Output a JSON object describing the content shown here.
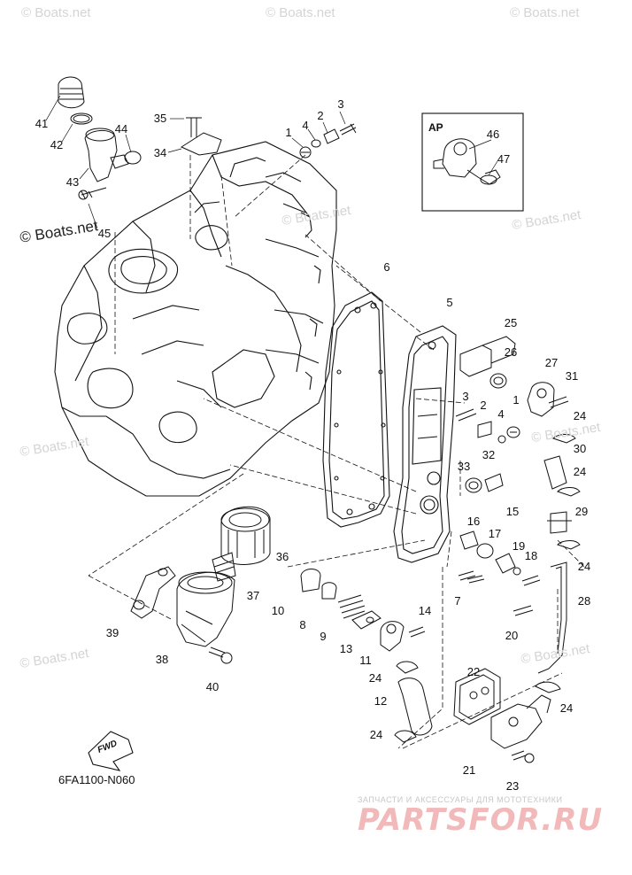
{
  "watermarks": [
    "© Boats.net",
    "© Boats.net",
    "© Boats.net",
    "© Boats.net",
    "© Boats.net",
    "© Boats.net",
    "© Boats.net",
    "© Boats.net",
    "© Boats.net",
    "© Boats.net"
  ],
  "inset_label": "AP",
  "fwd_label": "FWD",
  "diagram_code": "6FA1100-N060",
  "brand": {
    "subtitle": "ЗАПЧАСТИ И АКСЕССУАРЫ ДЛЯ МОТОТЕХНИКИ",
    "logo": "PARTSFOR.RU"
  },
  "callouts": [
    "41",
    "42",
    "43",
    "44",
    "45",
    "34",
    "35",
    "1",
    "4",
    "2",
    "3",
    "46",
    "47",
    "6",
    "5",
    "25",
    "26",
    "27",
    "31",
    "3",
    "2",
    "4",
    "1",
    "24",
    "24",
    "30",
    "33",
    "32",
    "16",
    "15",
    "17",
    "19",
    "18",
    "29",
    "24",
    "28",
    "36",
    "37",
    "10",
    "8",
    "9",
    "13",
    "14",
    "11",
    "7",
    "20",
    "24",
    "12",
    "22",
    "24",
    "24",
    "21",
    "23",
    "39",
    "38",
    "40"
  ],
  "colors": {
    "line": "#111111",
    "watermark": "#d4d4d4",
    "brand_logo": "#f2b9ba"
  }
}
